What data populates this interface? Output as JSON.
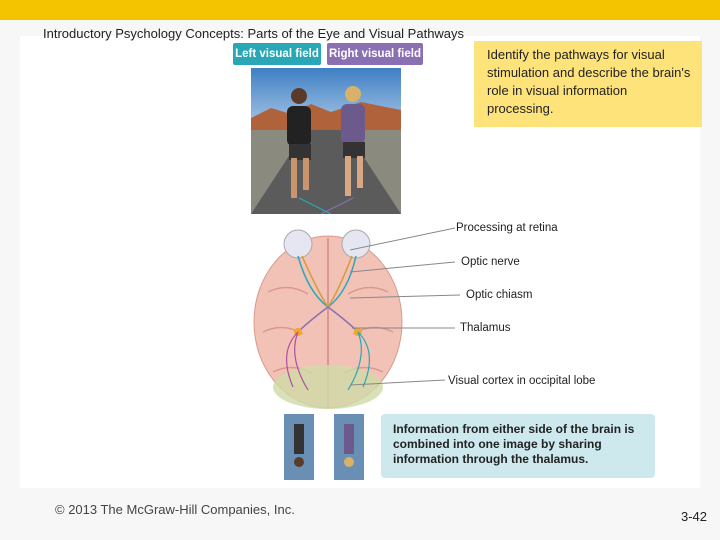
{
  "slide": {
    "title": "Introductory Psychology Concepts: Parts of the Eye and Visual Pathways",
    "note": "Identify the pathways for visual stimulation and describe the brain's role in visual information processing.",
    "left_visual_field": "Left visual field",
    "right_visual_field": "Right visual field",
    "callouts": [
      "Processing at retina",
      "Optic nerve",
      "Optic chiasm",
      "Thalamus",
      "Visual cortex in occipital lobe"
    ],
    "info_box": "Information from either side of the brain is combined into one image by sharing information through the thalamus.",
    "copyright": "© 2013 The McGraw-Hill Companies, Inc.",
    "slide_number": "3-42"
  },
  "colors": {
    "accent_bar": "#f5c400",
    "note_bg": "#fde37a",
    "left_field": "#2aa7b6",
    "right_field": "#8a6fb3",
    "info_bg": "#cde9ee"
  }
}
